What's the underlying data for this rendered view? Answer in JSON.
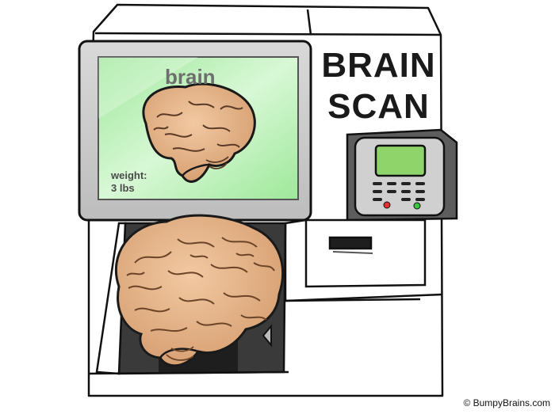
{
  "screen": {
    "title": "brain",
    "weight_label": "weight:",
    "weight_value": "3 lbs"
  },
  "machine": {
    "label_line1": "BRAIN",
    "label_line2": "SCAN"
  },
  "credit": "© BumpyBrains.com",
  "colors": {
    "screen_green": "#a8f0a0",
    "brain_tan": "#e6b48a",
    "brain_shadow": "#c98a5e",
    "keypad_green": "#8fd46a",
    "button_red": "#e53030",
    "button_green": "#3ec43e"
  },
  "icons": [
    "brain-icon",
    "card-reader-keypad",
    "card-slot",
    "arrow-left-icon"
  ]
}
